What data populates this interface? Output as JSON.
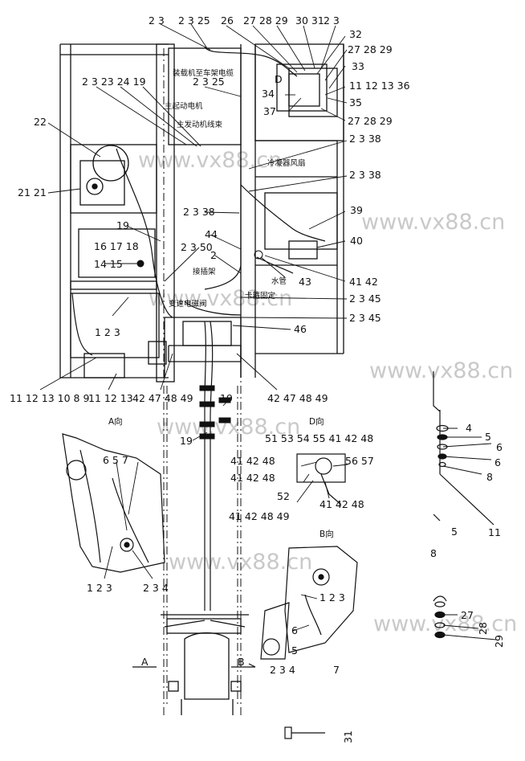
{
  "watermark": "www.vx88.cn",
  "labels": {
    "t_2_3": "2 3",
    "t_2_3_25": "2 3 25",
    "t_26": "26",
    "t_27_28_29_a": "27 28 29",
    "t_30_31": "30 31",
    "t_2_3_b": "2 3",
    "t_32": "32",
    "t_27_28_29_b": "27 28 29",
    "t_33": "33",
    "t_D": "D",
    "t_11_12_13_36": "11 12 13 36",
    "t_34": "34",
    "t_35": "35",
    "t_37": "37",
    "t_27_28_29_c": "27 28 29",
    "t_2_3_23_24_19": "2 3 23 24 19",
    "t_2_3_25_b": "2 3 25",
    "t_22": "22",
    "t_2_3_38_a": "2 3 38",
    "t_2_3_38_b": "2 3 38",
    "t_21_21": "21 21",
    "t_2_3_38_c": "2 3 38",
    "t_39": "39",
    "t_19_a": "19",
    "t_44": "44",
    "t_40": "40",
    "t_16_17_18": "16 17 18",
    "t_2_3_50": "2 3 50",
    "t_14_15": "14 15",
    "t_2": "2",
    "t_43": "43",
    "t_41_42": "41 42",
    "t_2_3_45_a": "2 3 45",
    "t_2_3_45_b": "2 3 45",
    "t_1_2_3": "1 2 3",
    "t_46": "46",
    "t_11_12_13_8_9": "11 12 13 10 8 9",
    "t_11_12_13": "11 12 13",
    "t_42_47_48_49_a": "42 47 48 49",
    "t_42_47_48_49_b": "42 47 48 49",
    "t_19_b": "19",
    "t_19_c": "19",
    "t_A_view": "A向",
    "t_D_view": "D向",
    "t_6_5_7": "6 5 7",
    "t_51_53": "51  53 54 55  41 42 48",
    "t_41_42_48_a": "41 42 48",
    "t_56_57": "56 57",
    "t_41_42_48_b": "41 42 48",
    "t_52": "52",
    "t_41_42_48_c": "41 42 48",
    "t_41_42_48_49": "41 42 48 49",
    "t_1_2_3_b": "1 2 3",
    "t_2_3_4": "2 3 4",
    "t_B_view": "B向",
    "t_1_2_3_c": "1 2 3",
    "t_6": "6",
    "t_5": "5",
    "t_2_3_4_b": "2 3 4",
    "t_7": "7",
    "t_A": "A",
    "t_B": "B",
    "t_r4": "4",
    "t_r5": "5",
    "t_r6a": "6",
    "t_r6b": "6",
    "t_r8": "8",
    "t_r5b": "5",
    "t_r11": "11",
    "t_r8b": "8",
    "t_r27": "27",
    "t_r28": "28",
    "t_r29": "29",
    "t_r31": "31",
    "cn_cable": "装载机至车架电缆",
    "cn_start_motor": "主起动电机",
    "cn_start_harness": "主发动机线束",
    "cn_cooler": "冷凝器风扇",
    "cn_connector": "接插架",
    "cn_water": "水管",
    "cn_valve": "变速电磁阀",
    "cn_clamp": "卡箍固定"
  }
}
